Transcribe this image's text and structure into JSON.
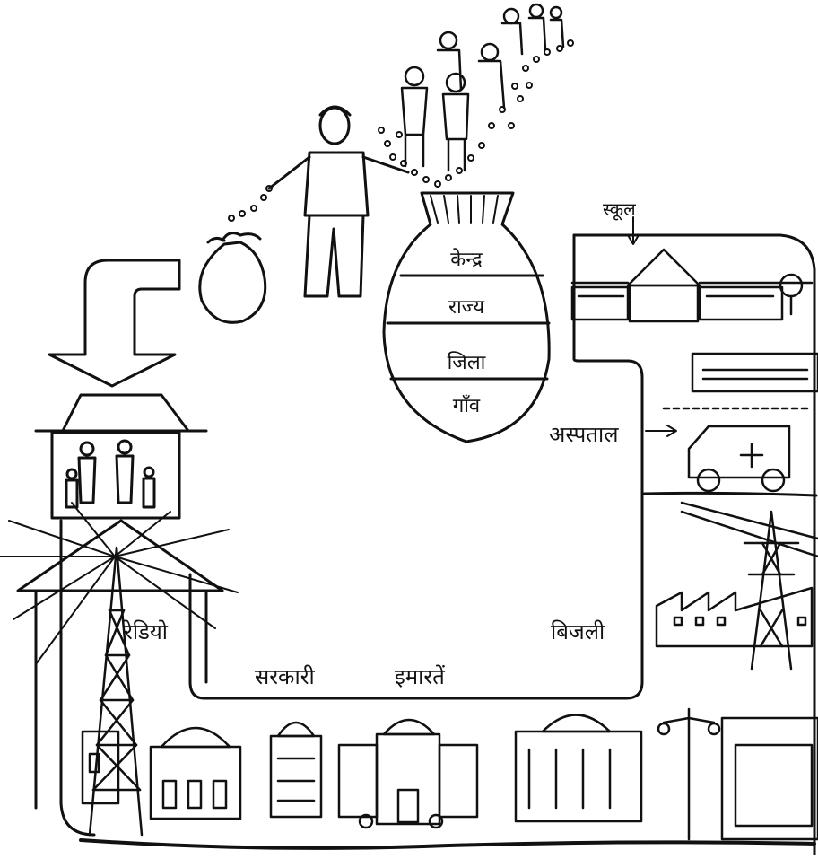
{
  "labels": {
    "school": "स्कूल",
    "hospital": "अस्पताल",
    "electricity": "बिजली",
    "radio": "रेडियो",
    "government": "सरकारी",
    "buildings": "इमारतें"
  },
  "pot": {
    "levels": [
      "केन्द्र",
      "राज्य",
      "जिला",
      "गाँव"
    ]
  },
  "colors": {
    "ink": "#111111",
    "paper": "#ffffff"
  }
}
